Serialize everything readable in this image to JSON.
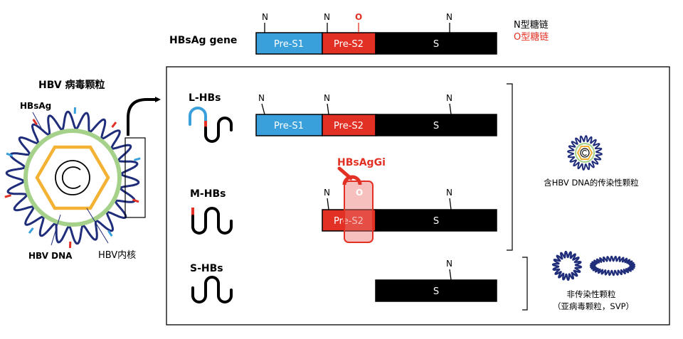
{
  "gene": {
    "label": "HBsAg gene",
    "segments": {
      "pre_s1": "Pre-S1",
      "pre_s2": "Pre-S2",
      "s": "S"
    },
    "marks": {
      "n": "N",
      "o": "O"
    }
  },
  "legend": {
    "n_glycan": "N型糖链",
    "o_glycan": "O型糖链"
  },
  "particle": {
    "title": "HBV 病毒颗粒",
    "hbsag": "HBsAg",
    "hbv_dna": "HBV DNA",
    "core": "HBV内核"
  },
  "proteins": {
    "l_hbs": "L-HBs",
    "m_hbs": "M-HBs",
    "s_hbs": "S-HBs"
  },
  "annotation": {
    "hbsaggi": "HBsAgGi"
  },
  "right": {
    "infectious": "含HBV DNA的传染性颗粒",
    "noninfectious_line1": "非传染性颗粒",
    "noninfectious_line2": "（亚病毒颗粒，SVP）"
  },
  "colors": {
    "pre_s1": "#3aa0dc",
    "pre_s2": "#e23124",
    "s": "#000000",
    "o_glycan": "#e23124",
    "membrane": "#a6d18a",
    "capsid": "#f3b234",
    "envelope": "#1f2d7a",
    "highlight": "#e8736d"
  }
}
